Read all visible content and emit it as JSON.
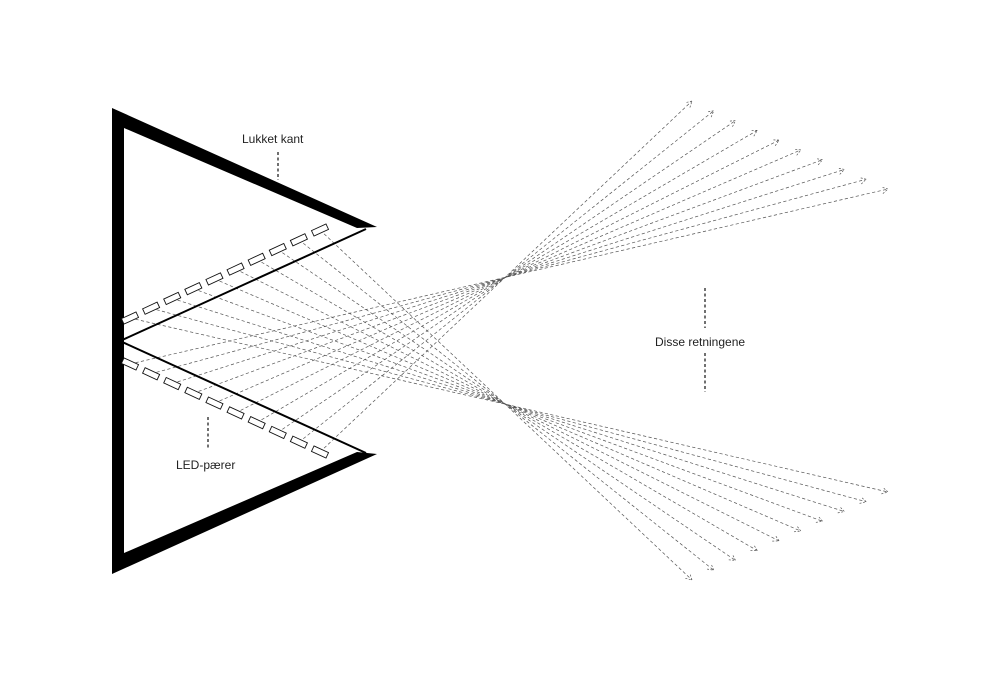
{
  "labels": {
    "closed_edge": "Lukket kant",
    "directions": "Disse retningene",
    "led_bulbs": "LED-pærer"
  },
  "colors": {
    "frame": "#000000",
    "beam": "#555555",
    "background": "#ffffff"
  }
}
